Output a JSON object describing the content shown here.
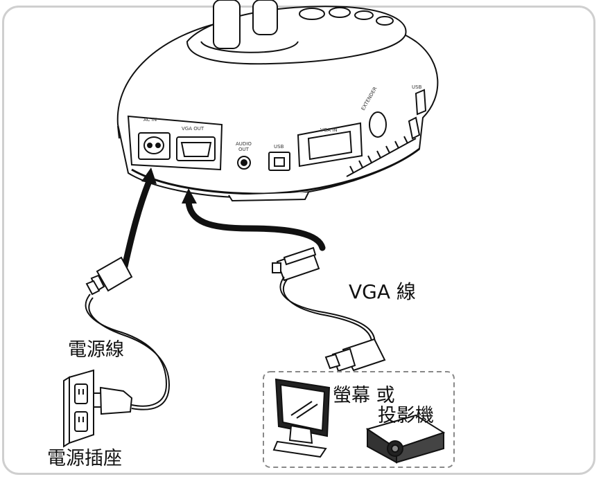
{
  "ports": {
    "ac_in": "AC IN",
    "vga_out": "VGA OUT",
    "audio_out_line1": "AUDIO",
    "audio_out_line2": "OUT",
    "usb": "USB",
    "vga_in": "VGA IN",
    "extender": "EXTENDER",
    "usb_side": "USB"
  },
  "labels": {
    "power_cable": "電源線",
    "power_outlet": "電源插座",
    "vga_cable": "VGA  線",
    "monitor_line": "螢幕  或",
    "projector": "投影機"
  },
  "colors": {
    "line": "#111111",
    "frame": "#cfcfcf",
    "dashed_box": "#888888"
  }
}
